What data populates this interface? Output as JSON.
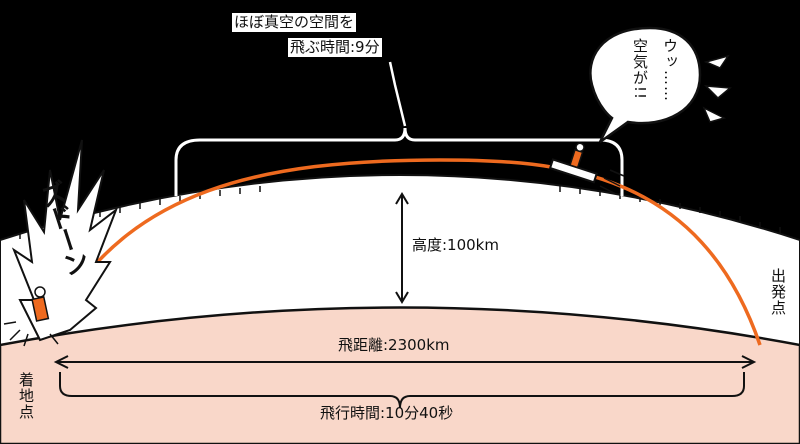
{
  "vacuum_label": {
    "line1": "ほぼ真空の空間を",
    "line2": "飛ぶ時間:9分"
  },
  "speech_bubble": {
    "line1": "ウッ……",
    "line2": "空気が!!"
  },
  "altitude_label": "高度:100km",
  "departure_label": "出発点",
  "landing_label": "着地点",
  "distance_label": "飛距離:2300km",
  "flight_time_label": "飛行時間:10分40秒",
  "impact_sfx": "ズドーン",
  "colors": {
    "sky": "#000000",
    "atmosphere": "#ffffff",
    "ground": "#f9d7c9",
    "trajectory": "#ee6a1f",
    "ink": "#111111"
  },
  "icons": [
    "speech-bubble",
    "flying-vehicle",
    "impact-burst",
    "crashed-figure"
  ]
}
